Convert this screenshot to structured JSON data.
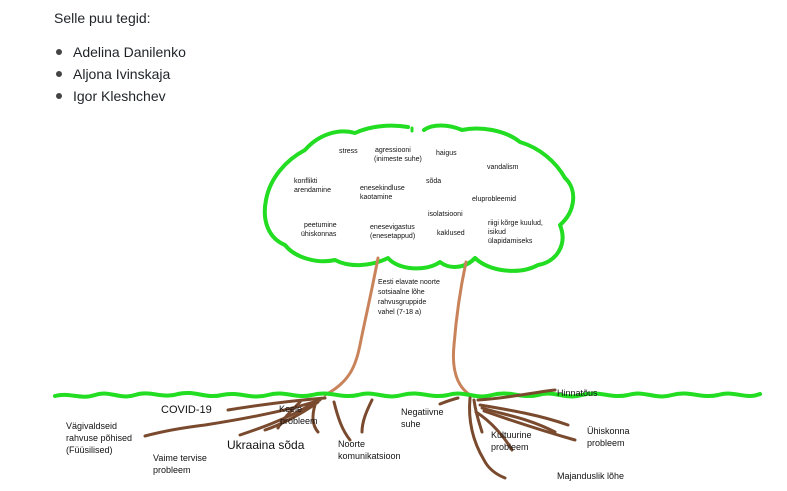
{
  "intro": "Selle puu tegid:",
  "authors": [
    "Adelina Danilenko",
    "Aljona Ivinskaja",
    "Igor Kleshchev"
  ],
  "colors": {
    "crown": "#22dd22",
    "ground": "#22dd22",
    "trunk": "#c9835a",
    "root": "#7a4a2e"
  },
  "crown_terms": [
    "stress",
    "agressiooni",
    "(inimeste suhe)",
    "haigus",
    "vandalism",
    "konflikti",
    "arendamine",
    "enesekindluse",
    "kaotamine",
    "sõda",
    "eluprobleemid",
    "isolatsiooni",
    "peetumine",
    "ühiskonnas",
    "enesevigastus",
    "(enesetappud)",
    "kaklused",
    "riigi kõrge kuulud,",
    "isikud",
    "ülapidamiseks"
  ],
  "trunk_text": [
    "Eesti elavate noorte",
    "sotsiaalne lõhe",
    "rahvusgruppide",
    "vahel (7-18 a)"
  ],
  "roots": [
    "COVID-19",
    "Keele",
    "probleem",
    "Vägivaldseid",
    "rahvuse põhised",
    "(Füüsilised)",
    "Ukraaina sõda",
    "Vaime tervise",
    "probleem",
    "Noorte",
    "komunikatsioon",
    "Negatiivne",
    "suhe",
    "Hinnatõus",
    "Ühiskonna",
    "probleem",
    "Kultuurine",
    "probleem",
    "Majanduslik lõhe"
  ]
}
